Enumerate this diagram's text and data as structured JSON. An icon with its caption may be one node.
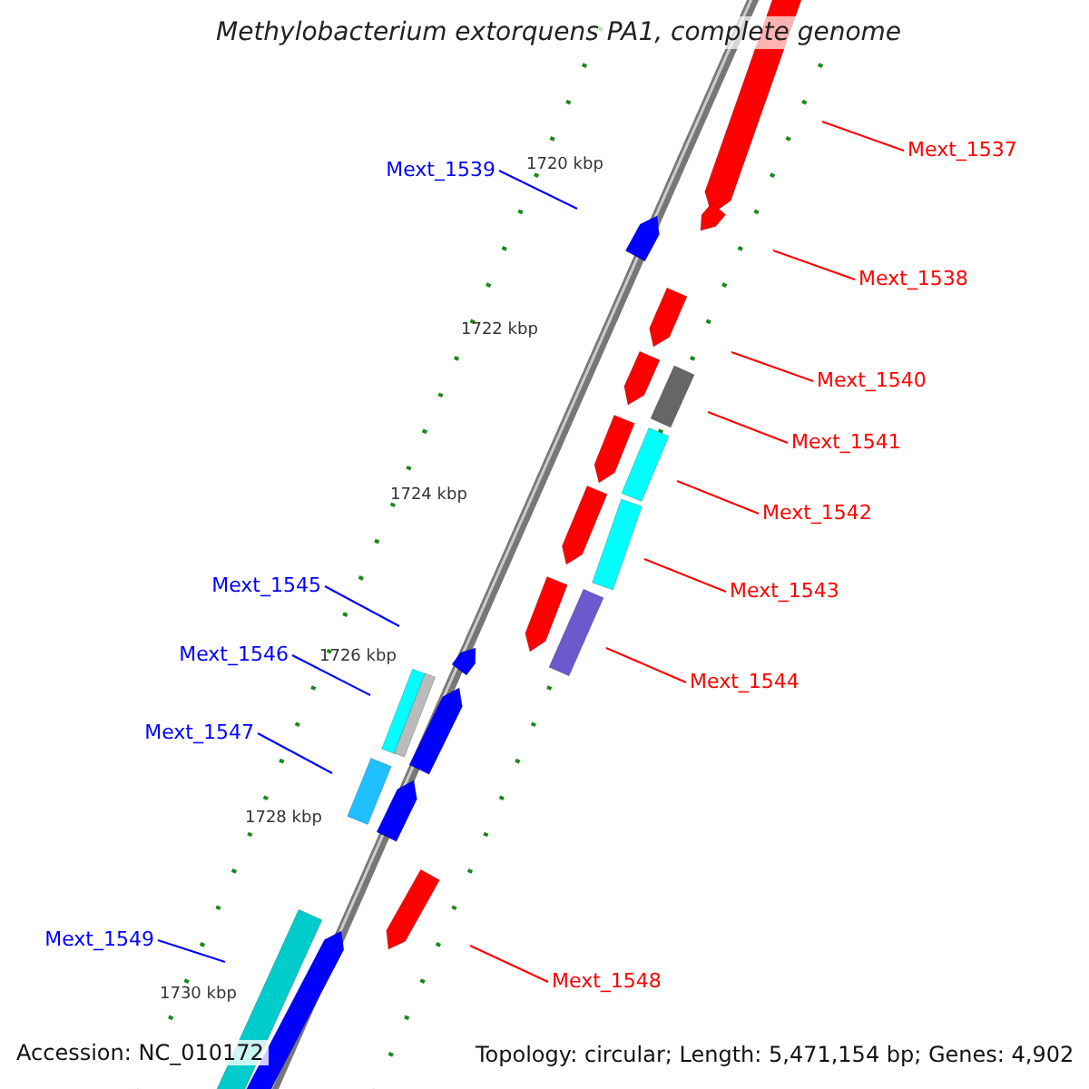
{
  "diagram": {
    "title": "Methylobacterium extorquens PA1, complete genome",
    "nodes": [
      {
        "text": [
          "Mext_1537"
        ]
      },
      {
        "text": [
          "Mext_1539"
        ]
      },
      {
        "text": [
          "Mext_1538"
        ]
      },
      {
        "text": [
          "Mext_1540"
        ]
      },
      {
        "text": [
          "Mext_1541"
        ]
      },
      {
        "text": [
          "Mext_1542"
        ]
      },
      {
        "text": [
          "Mext_1545"
        ]
      },
      {
        "text": [
          "Mext_1543"
        ]
      },
      {
        "text": [
          "Mext_1546"
        ]
      },
      {
        "text": [
          "Mext_1544"
        ]
      },
      {
        "text": [
          "Mext_1547"
        ]
      },
      {
        "text": [
          "Mext_1549"
        ]
      },
      {
        "text": [
          "Mext_1548"
        ]
      }
    ],
    "edges": [
      {
        "from": 0,
        "to": null,
        "arrow": "none"
      },
      {
        "from": 1,
        "to": null,
        "arrow": "none",
        "color": "#0000ff"
      },
      {
        "from": 2,
        "to": null,
        "arrow": "none"
      },
      {
        "from": 3,
        "to": null,
        "arrow": "none"
      },
      {
        "from": 4,
        "to": null,
        "arrow": "none"
      },
      {
        "from": 5,
        "to": null,
        "arrow": "none"
      },
      {
        "from": 6,
        "to": null,
        "arrow": "none",
        "color": "#0000ff"
      },
      {
        "from": 7,
        "to": null,
        "arrow": "none"
      },
      {
        "from": 8,
        "to": null,
        "arrow": "none",
        "color": "#0000ff"
      },
      {
        "from": 9,
        "to": null,
        "arrow": "none"
      },
      {
        "from": 10,
        "to": null,
        "arrow": "none",
        "color": "#0000ff"
      },
      {
        "from": 11,
        "to": null,
        "arrow": "none",
        "color": "#0000ff"
      },
      {
        "from": 12,
        "to": null,
        "arrow": "none"
      }
    ],
    "labels": [
      "1720 kbp",
      "1722 kbp",
      "1724 kbp",
      "1726 kbp",
      "1728 kbp",
      "1730 kbp",
      "Accession: NC_010172",
      "Topology: circular; Length: 5,471,154 bp; Genes: 4,902"
    ]
  }
}
